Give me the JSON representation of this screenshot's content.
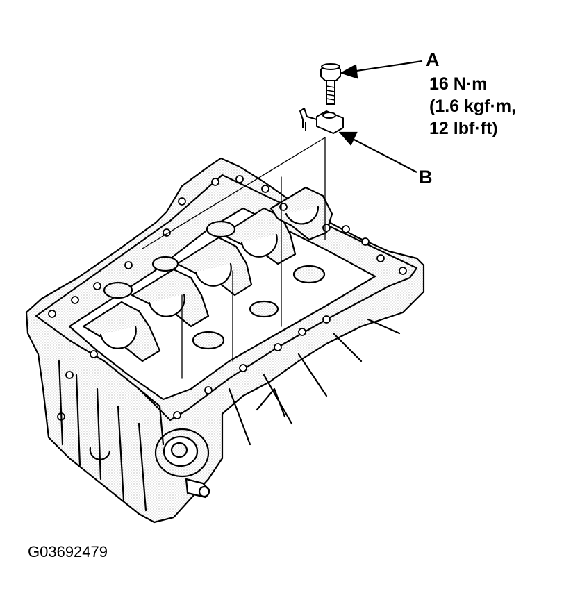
{
  "callouts": {
    "a": {
      "letter": "A",
      "lines": [
        "16 N·m",
        "(1.6 kgf·m,",
        "12 lbf·ft)"
      ]
    },
    "b": {
      "letter": "B"
    }
  },
  "figure_id": "G03692479",
  "colors": {
    "ink": "#000000",
    "paper": "#ffffff"
  }
}
